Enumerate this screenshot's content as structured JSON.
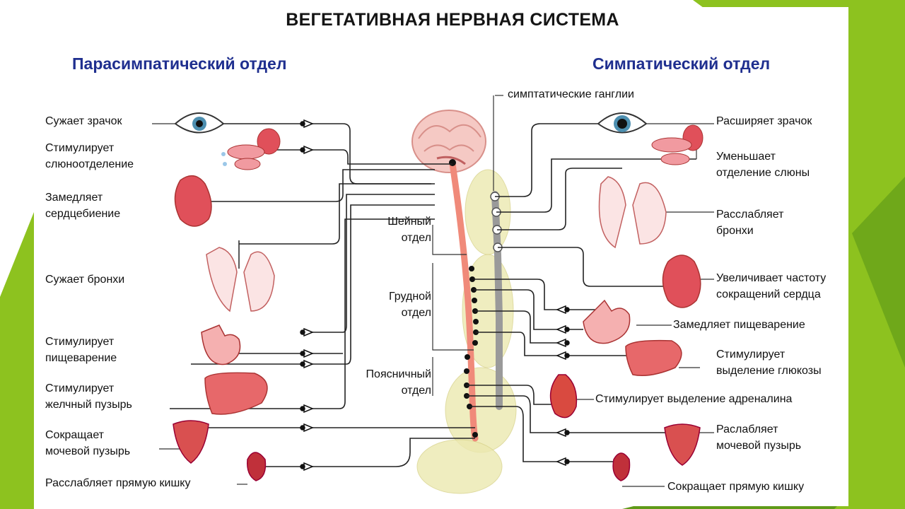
{
  "title": "ВЕГЕТАТИВНАЯ НЕРВНАЯ СИСТЕМА",
  "sections": {
    "parasympathetic": "Парасимпатический отдел",
    "sympathetic": "Симпатический отдел"
  },
  "ganglia_label": "симптатические ганглии",
  "spine_regions": {
    "cervical_1": "Шейный",
    "cervical_2": "отдел",
    "thoracic_1": "Грудной",
    "thoracic_2": "отдел",
    "lumbar_1": "Поясничный",
    "lumbar_2": "отдел"
  },
  "parasympathetic_effects": [
    {
      "lines": [
        "Сужает зрачок"
      ]
    },
    {
      "lines": [
        "Стимулирует",
        "слюноотделение"
      ]
    },
    {
      "lines": [
        "Замедляет",
        "сердцебиение"
      ]
    },
    {
      "lines": [
        "Сужает бронхи"
      ]
    },
    {
      "lines": [
        "Стимулирует",
        "пищеварение"
      ]
    },
    {
      "lines": [
        "Стимулирует",
        "желчный пузырь"
      ]
    },
    {
      "lines": [
        "Сокращает",
        "мочевой пузырь"
      ]
    },
    {
      "lines": [
        "Расслабляет прямую кишку"
      ]
    }
  ],
  "sympathetic_effects": [
    {
      "lines": [
        "Расширяет зрачок"
      ]
    },
    {
      "lines": [
        "Уменьшает",
        "отделение слюны"
      ]
    },
    {
      "lines": [
        "Расслабляет",
        "бронхи"
      ]
    },
    {
      "lines": [
        "Увеличивает частоту",
        "сокращений сердца"
      ]
    },
    {
      "lines": [
        "Замедляет пищеварение"
      ]
    },
    {
      "lines": [
        "Стимулирует",
        "выделение глюкозы"
      ]
    },
    {
      "lines": [
        "Стимулирует выделение адреналина"
      ]
    },
    {
      "lines": [
        "Раслабляет",
        "мочевой пузырь"
      ]
    },
    {
      "lines": [
        "Сокращает прямую кишку"
      ]
    }
  ],
  "colors": {
    "slide_green": "#8dc21f",
    "slide_green_dark": "#5f9a18",
    "heading_blue": "#1f2f8f",
    "organ_red": "#e0505a",
    "spinal_cord": "#f08a7a",
    "vertebrae": "#e8e6a4",
    "ganglia_chain": "#9a9a9a"
  }
}
